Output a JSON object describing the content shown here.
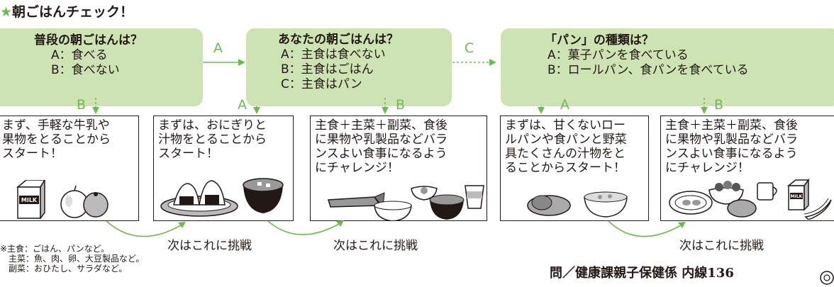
{
  "title": {
    "star": "★",
    "text": "朝ごはんチェック！"
  },
  "boxes": {
    "box1": {
      "head": "普段の朝ごはんは？",
      "a": "A：食べる",
      "b": "B：食べない"
    },
    "box2": {
      "head": "あなたの朝ごはんは？",
      "a": "A：主食は食べない",
      "b": "B：主食はごはん",
      "c": "C：主食はパン"
    },
    "box3": {
      "head": "「パン」の種類は？",
      "a": "A：菓子パンを食べている",
      "b": "B：ロールパン、食パンを食べている"
    }
  },
  "labels": {
    "A": "A",
    "B": "B",
    "C": "C"
  },
  "cards": [
    {
      "text": "まず、手軽な牛乳や\n果物をとることから\nスタート！",
      "milk": "MILK"
    },
    {
      "text": "まずは、おにぎりと\n汁物をとることから\nスタート！"
    },
    {
      "text": "主食＋主菜＋副菜、食後\nに果物や乳製品などバラ\nンスよい食事になるよう\nにチャレンジ！"
    },
    {
      "text": "まずは、甘くないロー\nルパンや食パンと野菜\n具たくさんの汁物をと\nることからスタート！"
    },
    {
      "text": "主食＋主菜＋副菜、食後\nに果物や乳製品などバラ\nンスよい食事になるよう\nにチャレンジ！",
      "milk": "MILK"
    }
  ],
  "next_label": "次はこれに挑戦",
  "notes": "※主食：ごはん、パンなど。\n　主菜：魚、肉、卵、大豆製品など。\n　副菜：おひたし、サラダなど。",
  "contact": "問／健康課親子保健係  内線136",
  "colors": {
    "accent": "#6fba4f",
    "box": "#cde3b3"
  }
}
